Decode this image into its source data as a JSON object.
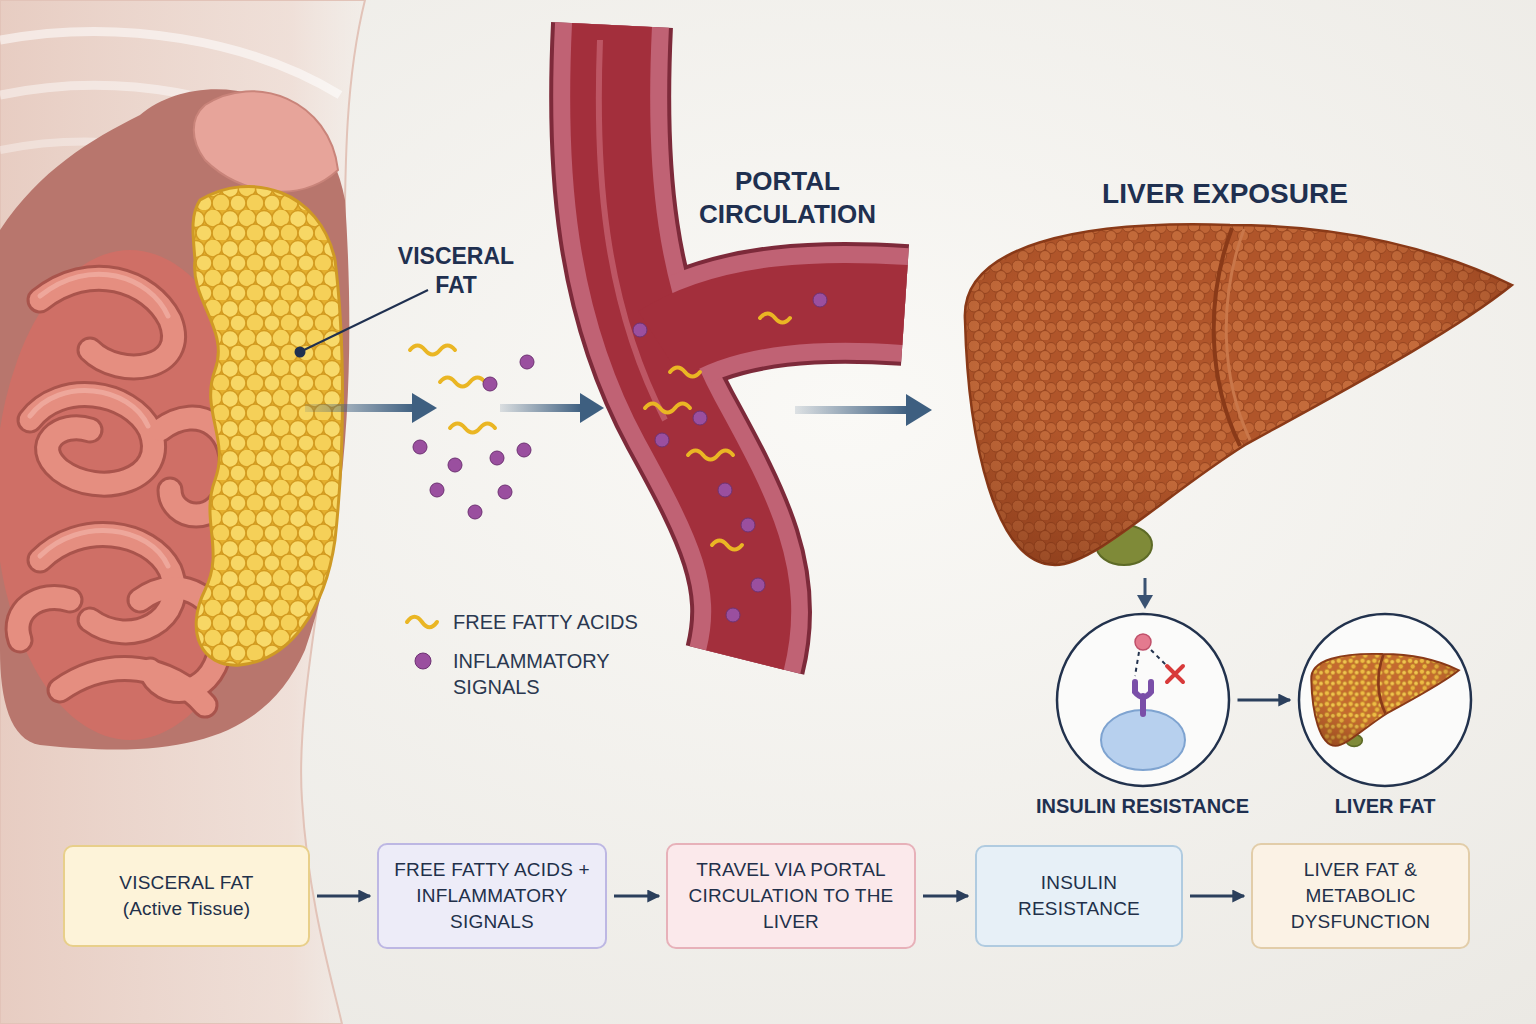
{
  "diagram": {
    "nodes": [
      {
        "text": [
          "INSULIN RESISTANCE"
        ]
      },
      {
        "text": [
          "LIVER FAT"
        ]
      },
      {
        "text": [
          "VISCERAL FAT",
          "(Active Tissue)"
        ]
      },
      {
        "text": [
          "FREE FATTY ACIDS + INFLAMMATORY SIGNALS"
        ]
      },
      {
        "text": [
          "TRAVEL VIA PORTAL CIRCULATION TO THE LIVER"
        ]
      },
      {
        "text": [
          "INSULIN RESISTANCE"
        ]
      },
      {
        "text": [
          "LIVER FAT & METABOLIC DYSFUNCTION"
        ]
      }
    ],
    "edges": [
      {
        "from": 0,
        "to": 1,
        "arrow": "to"
      },
      {
        "from": 2,
        "to": 3,
        "arrow": "to"
      },
      {
        "from": 3,
        "to": 4,
        "arrow": "to"
      },
      {
        "from": 4,
        "to": 5,
        "arrow": "to"
      },
      {
        "from": 5,
        "to": 6,
        "arrow": "to"
      }
    ],
    "labels": [
      "VISCERAL FAT",
      "PORTAL CIRCULATION",
      "LIVER EXPOSURE"
    ],
    "legend": [
      {
        "text": "FREE FATTY ACIDS"
      },
      {
        "text": "INFLAMMATORY SIGNALS",
        "color": "#9a4f9f"
      }
    ]
  }
}
